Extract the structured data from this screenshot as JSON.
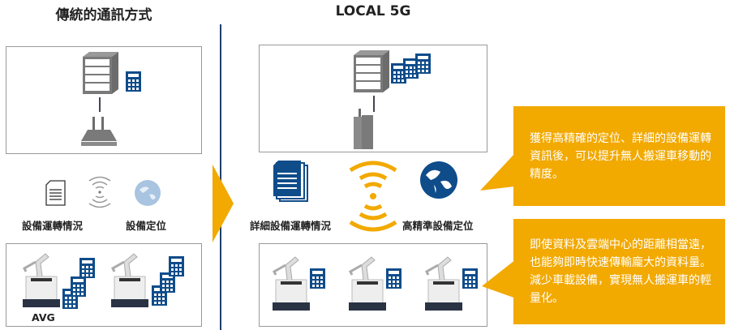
{
  "left": {
    "title": "傳統的通訊方式",
    "label_status": "設備運轉情況",
    "label_position": "設備定位",
    "label_avg": "AVG"
  },
  "right": {
    "title": "LOCAL 5G",
    "label_status": "詳細設備運轉情況",
    "label_position": "高精準設備定位"
  },
  "callouts": [
    {
      "text": "獲得高精確的定位、詳細的設備運轉資訊後，可以提升無人搬運車移動的精度。"
    },
    {
      "text": "即使資料及雲端中心的距離相當遠，也能夠即時快速傳輸龐大的資料量。減少車載設備，實現無人搬運車的輕量化。"
    }
  ],
  "colors": {
    "accent": "#f2a900",
    "navy": "#0f4c8a",
    "gray": "#7a7a7a",
    "divider": "#1f3f6e"
  }
}
